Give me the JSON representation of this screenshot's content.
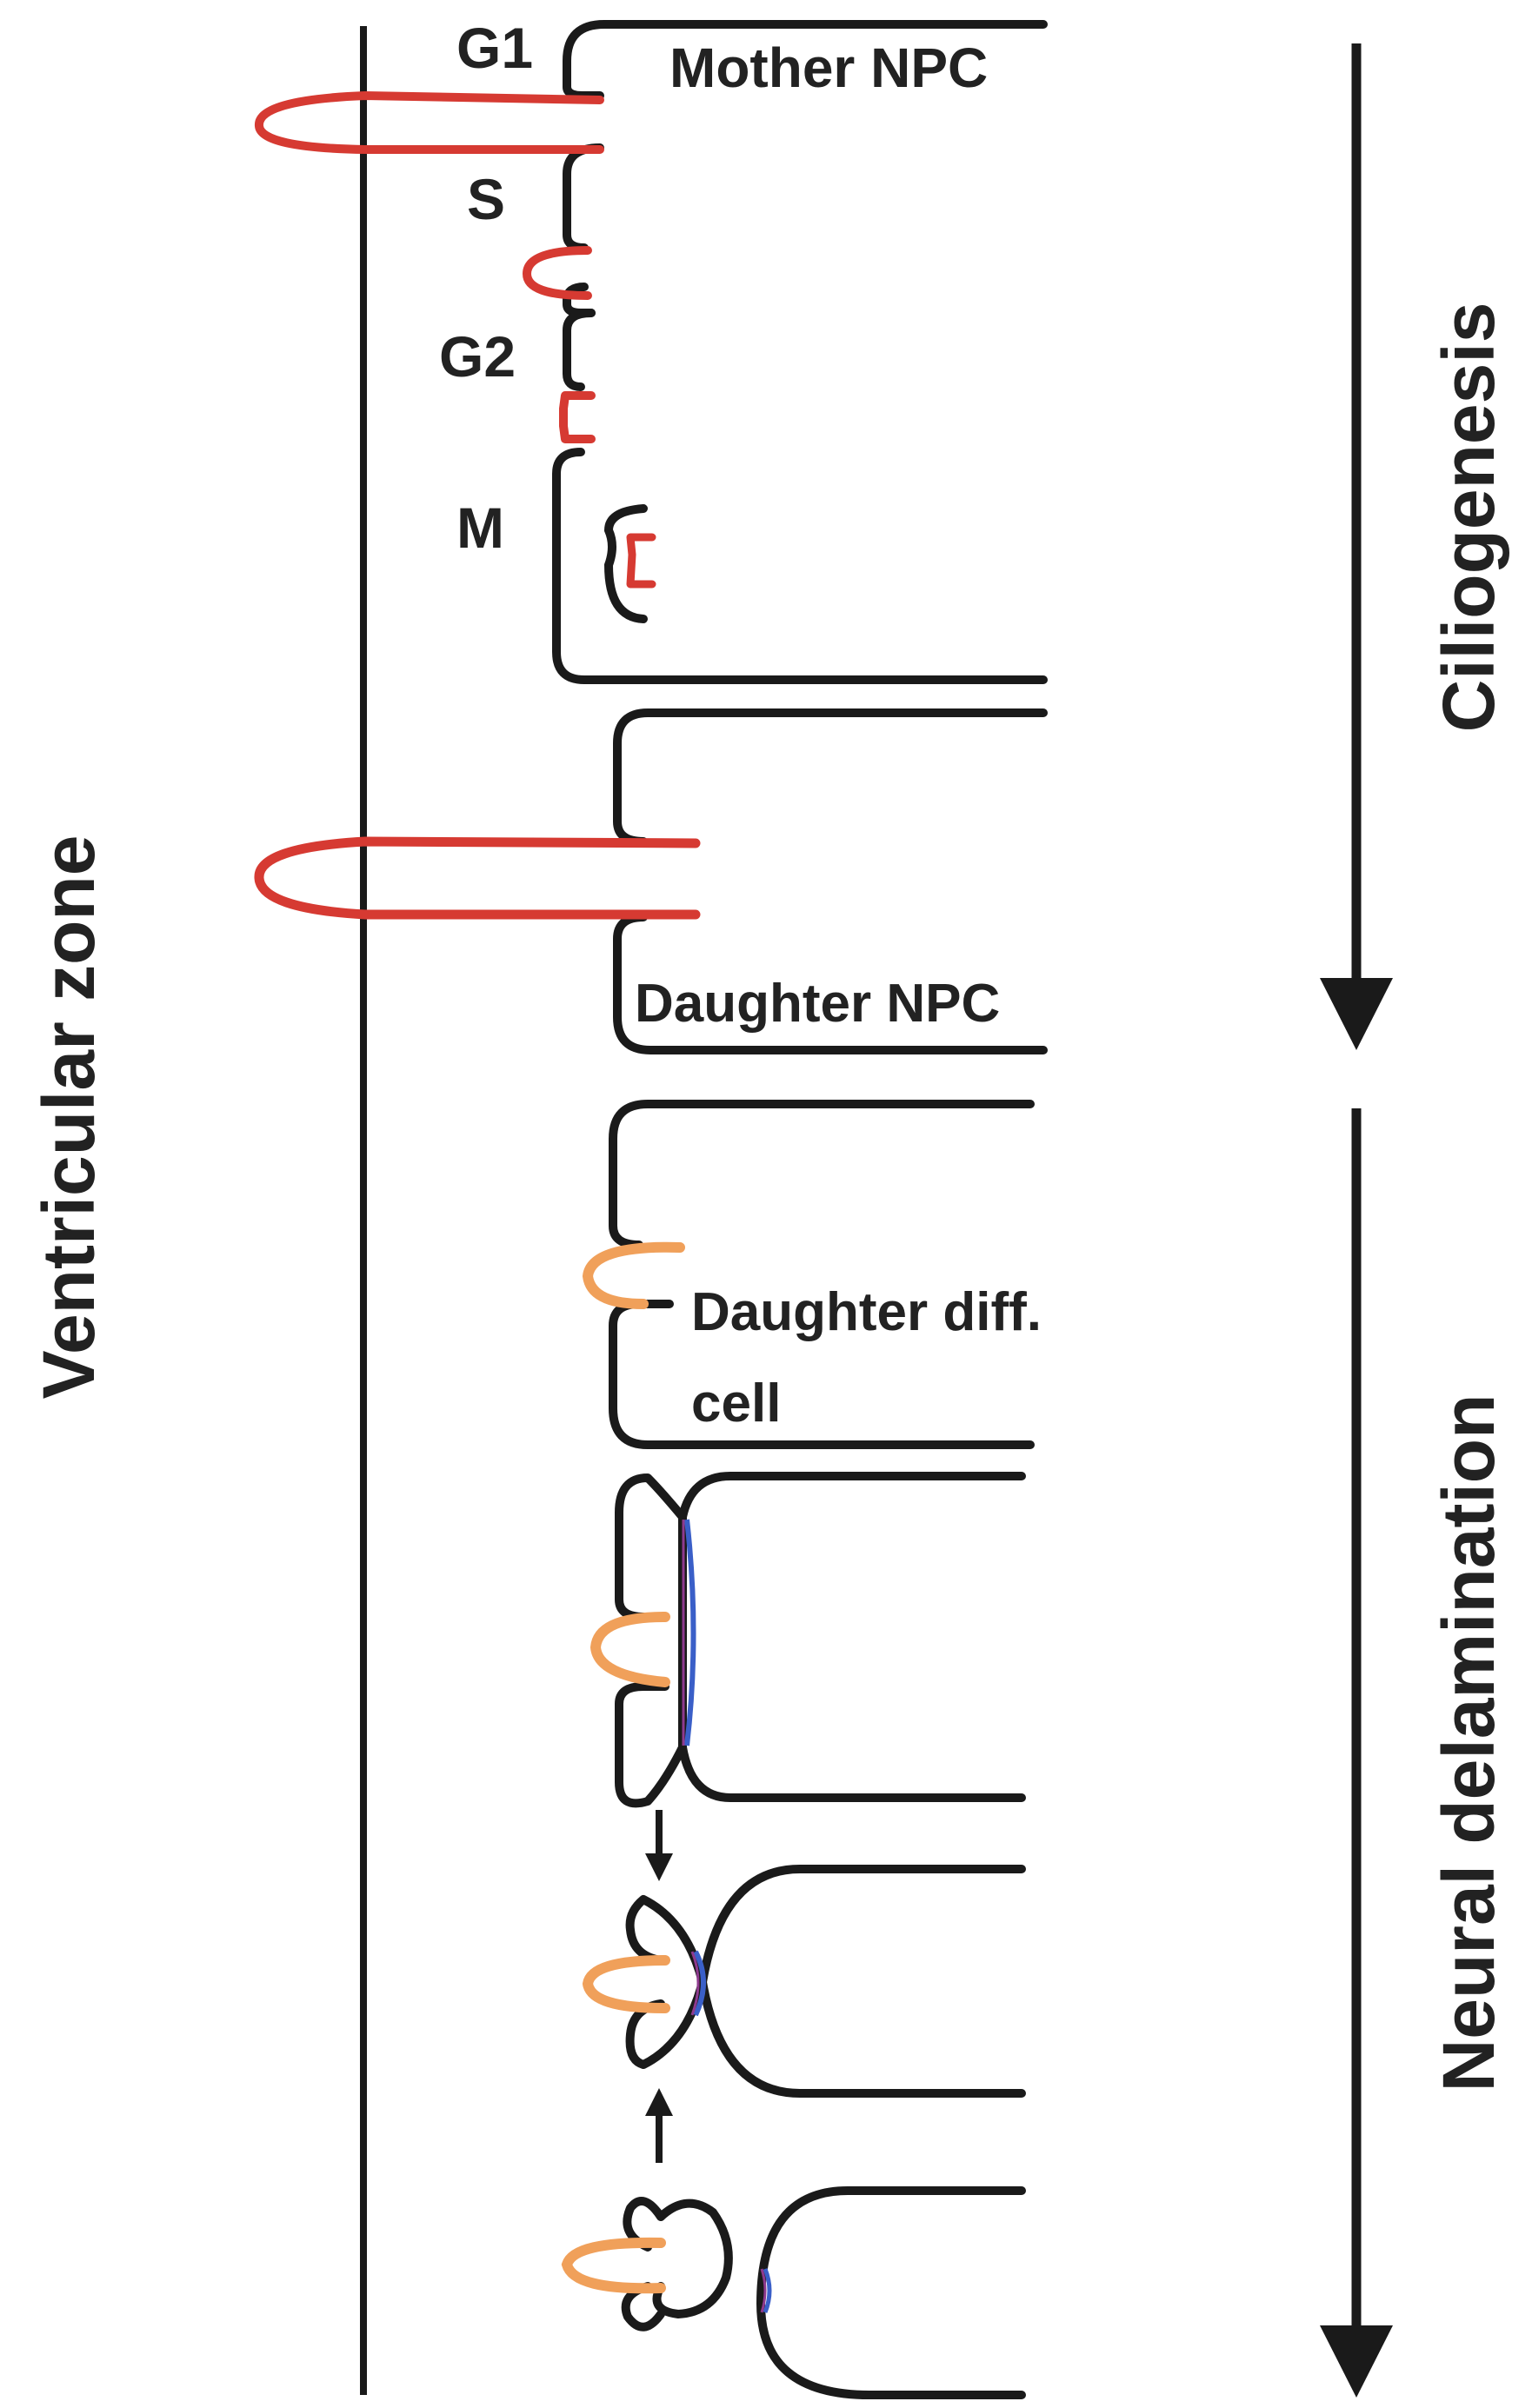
{
  "labels": {
    "g1": "G1",
    "s": "S",
    "g2": "G2",
    "m": "M",
    "mother_npc": "Mother NPC",
    "daughter_npc": "Daughter NPC",
    "daughter_diff_line1": "Daughter diff.",
    "daughter_diff_line2": "cell",
    "ventricular_zone": "Ventricular zone",
    "ciliogenesis": "Ciliogenesis",
    "neural_delamination": "Neural delamination"
  },
  "colors": {
    "outline": "#1a1a1a",
    "cilium": "#d63a32",
    "delaminating_cilium": "#f0a05a",
    "junction_blue": "#3a5fc8",
    "junction_purple": "#8e3a8e",
    "text": "#222222"
  }
}
